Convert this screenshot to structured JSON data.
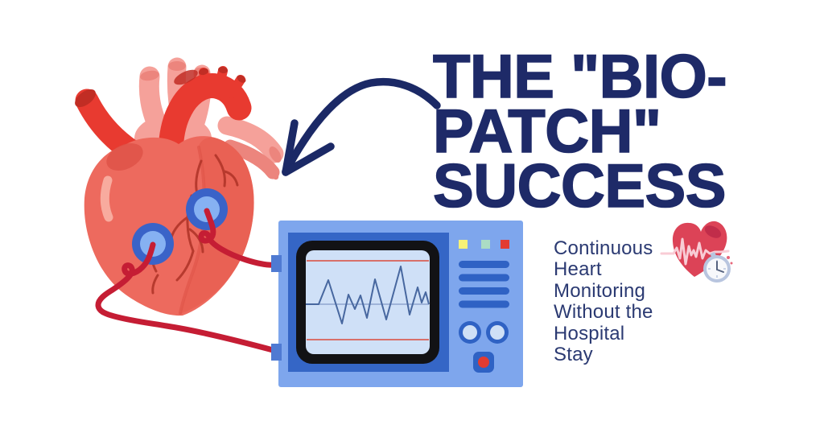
{
  "title": {
    "lines": [
      "THE \"BIO-",
      "PATCH\"",
      "SUCCESS"
    ]
  },
  "subtitle": {
    "lines": [
      "Continuous",
      "Heart",
      "Monitoring",
      "Without the",
      "Hospital",
      "Stay"
    ]
  },
  "illustrations": {
    "heart": "anatomical-heart-with-electrode-patches",
    "arrow": "curved-arrow-pointing-from-title-to-heart",
    "monitor": "ecg-monitor-device-with-waveform-screen",
    "badge": "heart-with-ecg-pulse-and-stopwatch"
  },
  "colors": {
    "navy": "#1e2a68",
    "subtitle_navy": "#2b3a72",
    "arrow_navy": "#1b2966",
    "coral": "#ed6a5e",
    "coral_dark": "#e65c4e",
    "coral_shadow": "#dd5146",
    "red_aorta": "#e83a30",
    "red_cap": "#c12d24",
    "pink_vessel": "#f5a19a",
    "pink_vessel_dark": "#ec857d",
    "vein": "#b23529",
    "highlight": "#f8ab9e",
    "wire_red": "#c51d34",
    "electrode_ring": "#3a63c8",
    "electrode_center": "#86b1f2",
    "monitor_body": "#7ea6ed",
    "monitor_panel": "#3566c6",
    "screen_frame": "#121215",
    "screen_bg": "#cfe0f7",
    "ecg_line": "#47679f",
    "ecg_grid_red": "#d96056",
    "ecg_baseline": "#8fa6cf",
    "led_yellow": "#f7f276",
    "led_green": "#abdcc4",
    "led_red": "#e23b31",
    "control_blue": "#2f62c4",
    "knob_center": "#cfe0f6",
    "port_blue": "#4f7ad2",
    "icon_heart": "#dc4357",
    "icon_heart_dark": "#c12d4a",
    "icon_ecg_pink": "#f8ccd5",
    "clock_ring": "#b8c5df",
    "clock_face": "#f7f8fb",
    "clock_hand": "#55627f",
    "sparkle": "#e6667a",
    "page_bg": "#ffffff"
  }
}
